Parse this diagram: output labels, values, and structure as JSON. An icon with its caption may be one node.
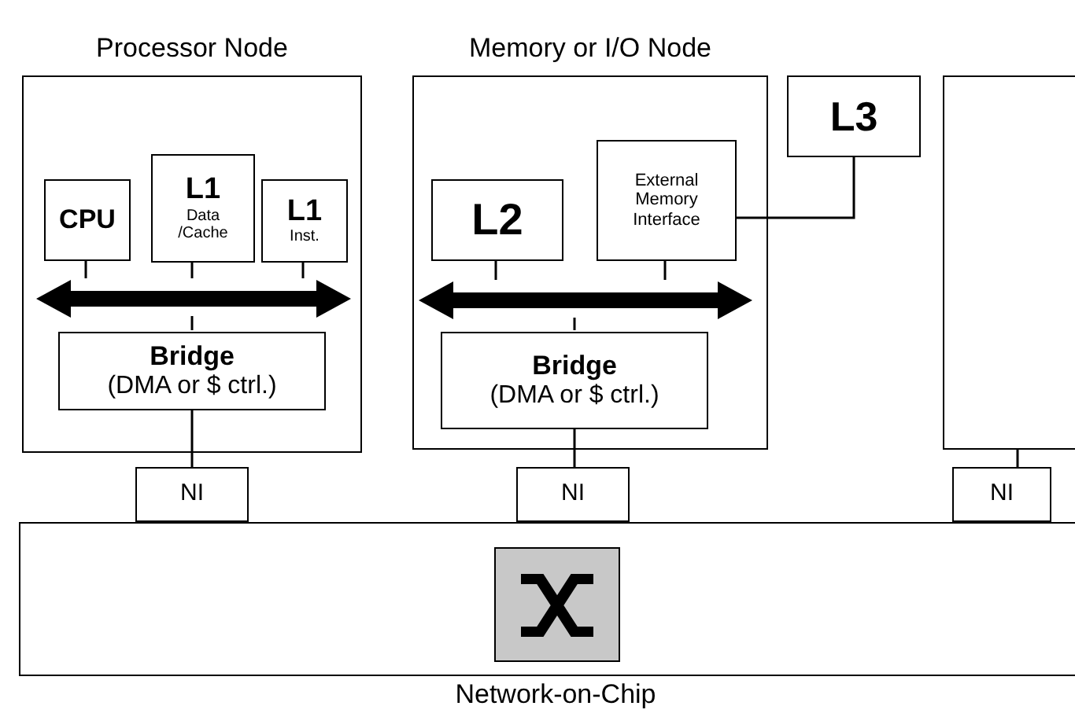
{
  "diagram": {
    "nodes": [
      {
        "text": [
          "Processor Node"
        ]
      },
      {
        "text": [
          "CPU"
        ],
        "in": 0
      },
      {
        "text": [
          "L1",
          "Data /Cache"
        ],
        "in": 0
      },
      {
        "text": [
          "L1",
          "Inst."
        ],
        "in": 0
      },
      {
        "text": [],
        "shape": "bar",
        "in": 0
      },
      {
        "text": [
          "Bridge",
          "(DMA or $ ctrl.)"
        ],
        "in": 0
      },
      {
        "text": [
          "Memory or I/O Node"
        ]
      },
      {
        "text": [
          "L2"
        ],
        "in": 6
      },
      {
        "text": [
          "External Memory Interface"
        ],
        "in": 6
      },
      {
        "text": [],
        "shape": "bar",
        "in": 6
      },
      {
        "text": [
          "Bridge",
          "(DMA or $ ctrl.)"
        ],
        "in": 6
      },
      {
        "text": [
          "L3"
        ]
      },
      {
        "text": [],
        "shape": "box"
      },
      {
        "text": [
          "NI"
        ]
      },
      {
        "text": [
          "NI"
        ]
      },
      {
        "text": [
          "NI"
        ]
      },
      {
        "text": [
          "Network-on-Chip"
        ]
      },
      {
        "text": [],
        "shape": "box",
        "in": 16
      }
    ],
    "edges": [
      {
        "from": 1,
        "to": 4,
        "arrow": "none"
      },
      {
        "from": 2,
        "to": 4,
        "arrow": "none"
      },
      {
        "from": 3,
        "to": 4,
        "arrow": "none"
      },
      {
        "from": 4,
        "to": 5,
        "arrow": "none"
      },
      {
        "from": 5,
        "to": 13,
        "arrow": "none"
      },
      {
        "from": 7,
        "to": 9,
        "arrow": "none"
      },
      {
        "from": 8,
        "to": 9,
        "arrow": "none"
      },
      {
        "from": 9,
        "to": 10,
        "arrow": "none"
      },
      {
        "from": 8,
        "to": 11,
        "arrow": "none"
      },
      {
        "from": 10,
        "to": 14,
        "arrow": "none"
      },
      {
        "from": 12,
        "to": 15,
        "arrow": "none"
      }
    ]
  }
}
